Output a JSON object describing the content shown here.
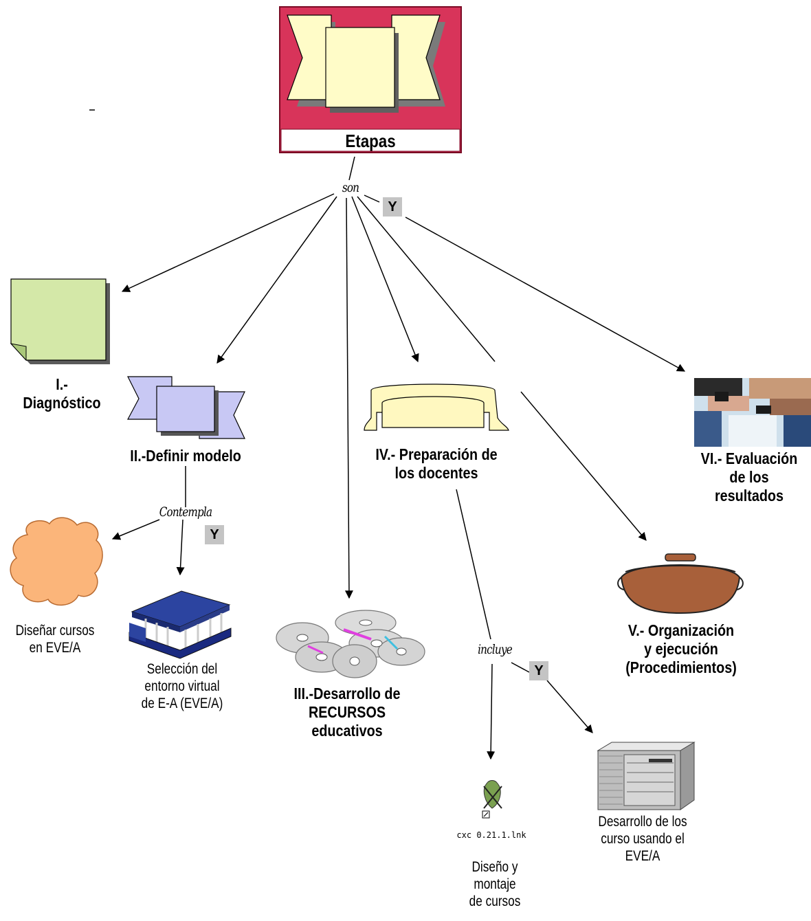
{
  "root": {
    "label": "Etapas",
    "link_word": "son"
  },
  "and_marker": "Y",
  "stages": {
    "s1": "I.-\nDiagnóstico",
    "s2": "II.-Definir modelo",
    "s3": "III.-Desarrollo de\nRECURSOS\neducativos",
    "s4": "IV.- Preparación de\nlos docentes",
    "s5": "V.- Organización\ny ejecución\n(Procedimientos)",
    "s6": "VI.- Evaluación\nde los\nresultados"
  },
  "model_branch": {
    "link_word": "Contempla",
    "c1": "Diseñar cursos\nen EVE/A",
    "c2": "Selección del\nentorno virtual\nde E-A (EVE/A)"
  },
  "docentes_branch": {
    "link_word": "incluye",
    "c1_file": "cxc 0.21.1.lnk",
    "c1": "Diseño y\nmontaje\nde cursos",
    "c2": "Desarrollo de los\ncurso usando el\nEVE/A"
  },
  "icons": [
    "banner-icon",
    "note-icon",
    "ribbon-icon",
    "cloud-icon",
    "chip-icon",
    "cds-icon",
    "scroll-icon",
    "pot-icon",
    "photo-icon",
    "shortcut-icon",
    "computer-icon"
  ]
}
